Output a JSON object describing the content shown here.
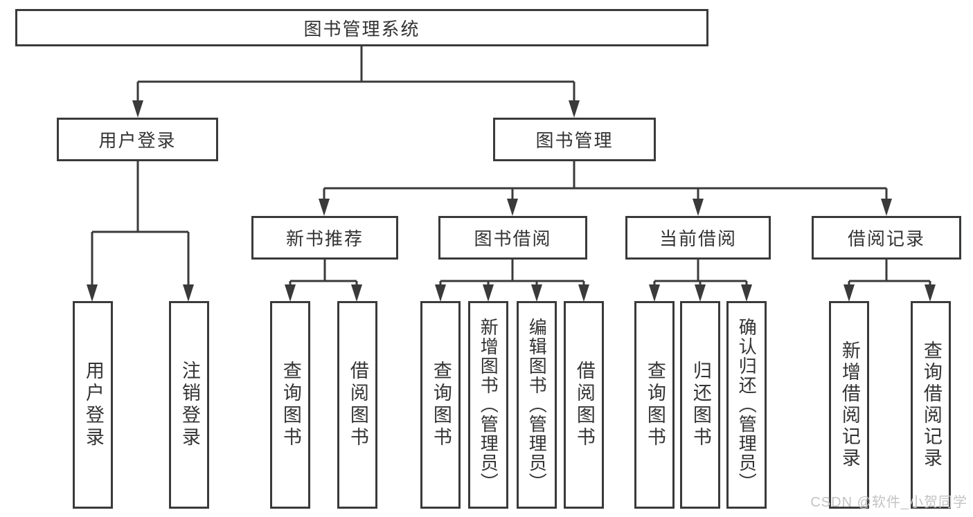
{
  "diagram": {
    "root": {
      "label": "图书管理系统"
    },
    "level2": {
      "user_login": {
        "label": "用户登录"
      },
      "book_management": {
        "label": "图书管理"
      }
    },
    "level3": {
      "new_book_recommend": {
        "label": "新书推荐"
      },
      "book_borrow": {
        "label": "图书借阅"
      },
      "current_borrow": {
        "label": "当前借阅"
      },
      "borrow_record": {
        "label": "借阅记录"
      }
    },
    "leaves": {
      "user_login": [
        "用户登录",
        "注销登录"
      ],
      "new_book_recommend": [
        "查询图书",
        "借阅图书"
      ],
      "book_borrow": [
        "查询图书",
        "新增图书（管理员）",
        "编辑图书（管理员）",
        "借阅图书"
      ],
      "current_borrow": [
        "查询图书",
        "归还图书",
        "确认归还（管理员）"
      ],
      "borrow_record": [
        "新增借阅记录",
        "查询借阅记录"
      ]
    }
  },
  "watermark": {
    "text": "CSDN @软件_小贺同学"
  },
  "colors": {
    "line": "#3a3a3a",
    "box_border": "#3a3a3a",
    "text": "#333333",
    "watermark": "#c3c3c3",
    "background": "#ffffff"
  }
}
